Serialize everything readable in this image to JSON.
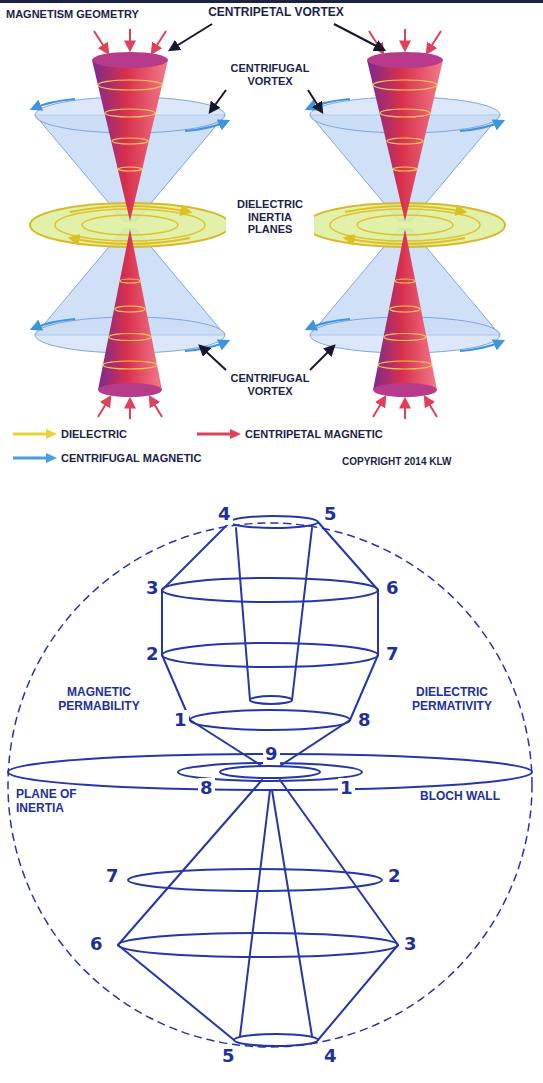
{
  "diagram": {
    "title": "MAGNETISM GEOMETRY",
    "labels": [
      "CENTRIPETAL VORTEX",
      "CENTRIFUGAL VORTEX",
      "DIELECTRIC INERTIA PLANES",
      "CENTRIFUGAL VORTEX",
      "COPYRIGHT 2014 KLW",
      "4",
      "5",
      "3",
      "6",
      "2",
      "7",
      "1",
      "8",
      "MAGNETIC PERMABILITY",
      "DIELECTRIC PERMATIVITY",
      "8",
      "9",
      "1",
      "PLANE OF INERTIA",
      "BLOCH WALL",
      "7",
      "2",
      "6",
      "3",
      "5",
      "4"
    ],
    "legend": [
      {
        "text": "DIELECTRIC"
      },
      {
        "text": "CENTRIPETAL MAGNETIC"
      },
      {
        "text": "CENTRIFUGAL MAGNETIC"
      }
    ]
  }
}
